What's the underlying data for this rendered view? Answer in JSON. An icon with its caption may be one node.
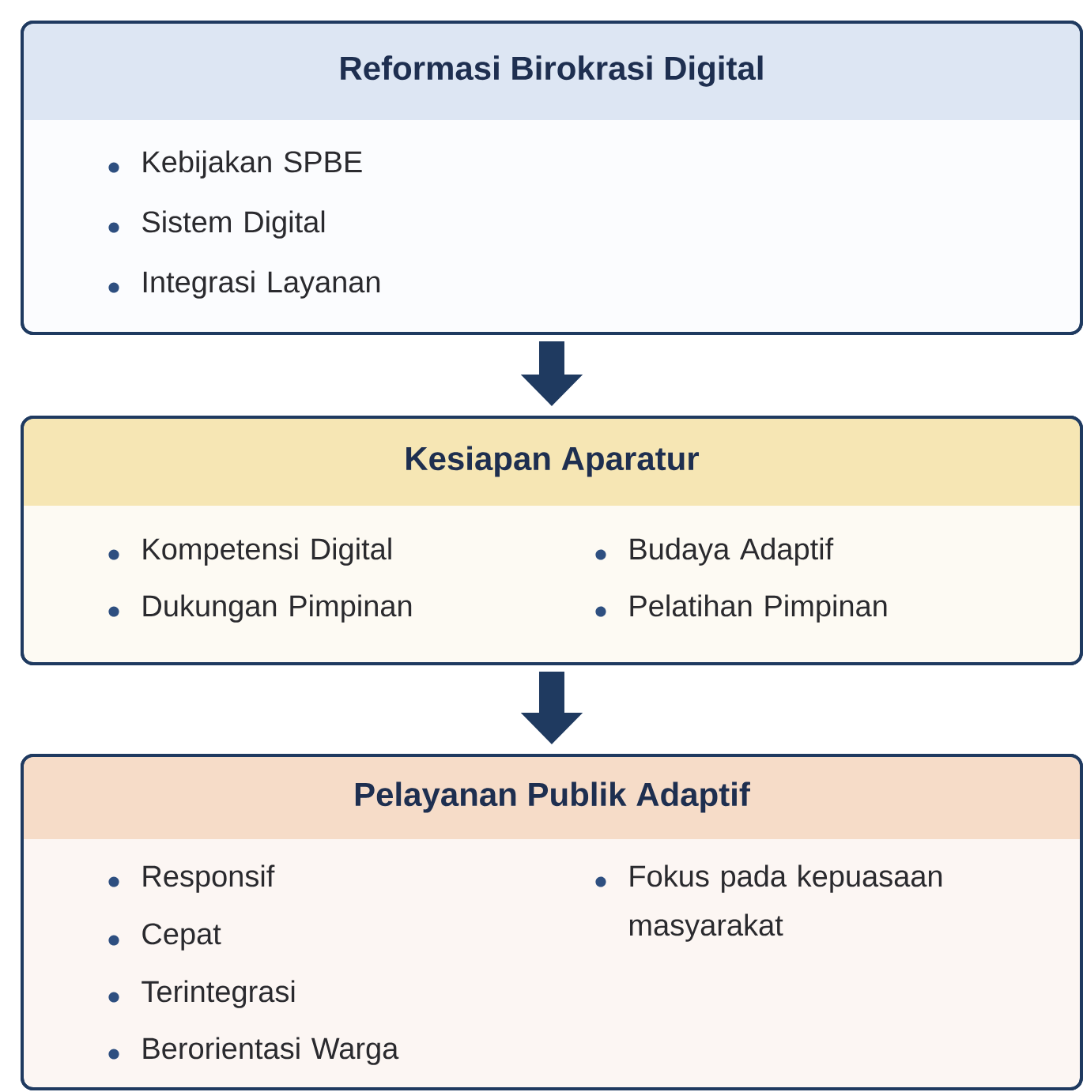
{
  "diagram": {
    "nodes": [
      {
        "text": [
          "Reformasi Birokrasi Digital",
          "Kebijakan SPBE",
          "Sistem Digital",
          "Integrasi Layanan"
        ]
      },
      {
        "text": [
          "Kesiapan Aparatur",
          "Kompetensi Digital",
          "Dukungan Pimpinan",
          "Budaya Adaptif",
          "Pelatihan  Pimpinan"
        ]
      },
      {
        "text": [
          "Pelayanan Publik Adaptif",
          "Responsif",
          "Cepat",
          "Terintegrasi",
          "Berorientasi Warga",
          "Fokus pada kepuasaan masyarakat"
        ]
      }
    ],
    "edges": [
      {
        "from": 0,
        "to": 1,
        "arrow": "to"
      },
      {
        "from": 1,
        "to": 2,
        "arrow": "to"
      }
    ]
  }
}
